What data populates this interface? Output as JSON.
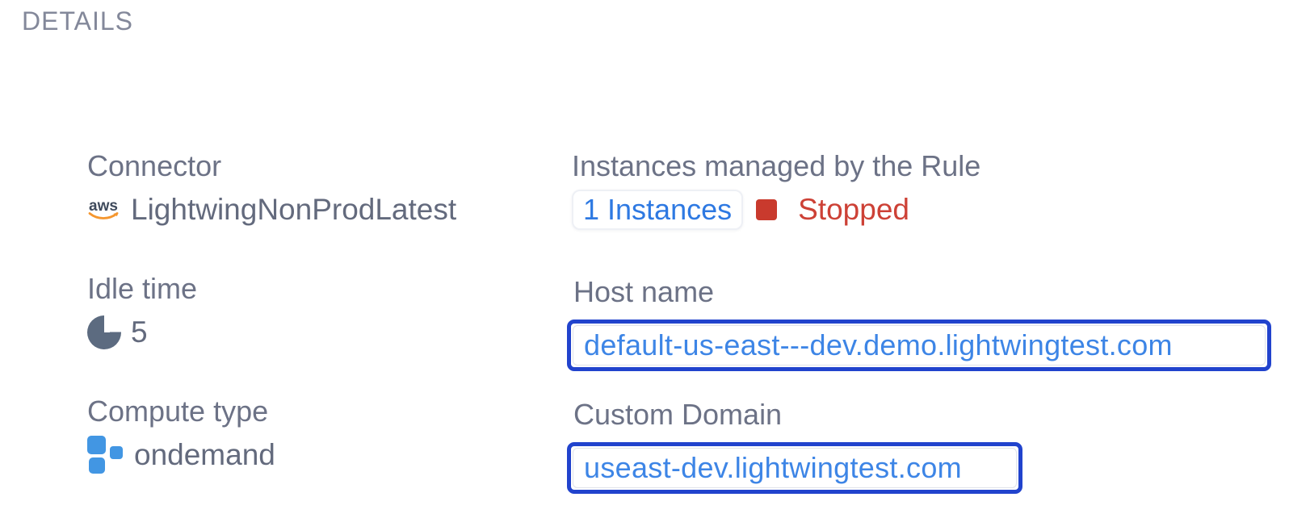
{
  "panel": {
    "title": "DETAILS"
  },
  "fields": {
    "connector": {
      "label": "Connector",
      "value": "LightwingNonProdLatest",
      "icon": "aws-icon"
    },
    "instances": {
      "label": "Instances managed by the Rule",
      "count_link": "1 Instances",
      "status": "Stopped",
      "status_icon": "stopped-square-icon"
    },
    "idle_time": {
      "label": "Idle time",
      "value": "5",
      "icon": "idle-time-pie-icon"
    },
    "host_name": {
      "label": "Host name",
      "value": "default-us-east---dev.demo.lightwingtest.com"
    },
    "compute_type": {
      "label": "Compute type",
      "value": "ondemand",
      "icon": "ondemand-blocks-icon"
    },
    "custom_domain": {
      "label": "Custom Domain",
      "value": "useast-dev.lightwingtest.com"
    }
  },
  "colors": {
    "heading_gray": "#83889a",
    "label_gray": "#6c7286",
    "value_gray": "#636a7d",
    "link_blue": "#2e79e2",
    "domain_text_blue": "#3d85e6",
    "domain_border_blue": "#2143cd",
    "status_red": "#c93a2d",
    "status_text_red": "#cd4136",
    "pie_icon_slate": "#5c6b80",
    "blocks_icon_blue": "#4296e3",
    "aws_orange": "#f5962e",
    "aws_text": "#3f4a5c"
  }
}
